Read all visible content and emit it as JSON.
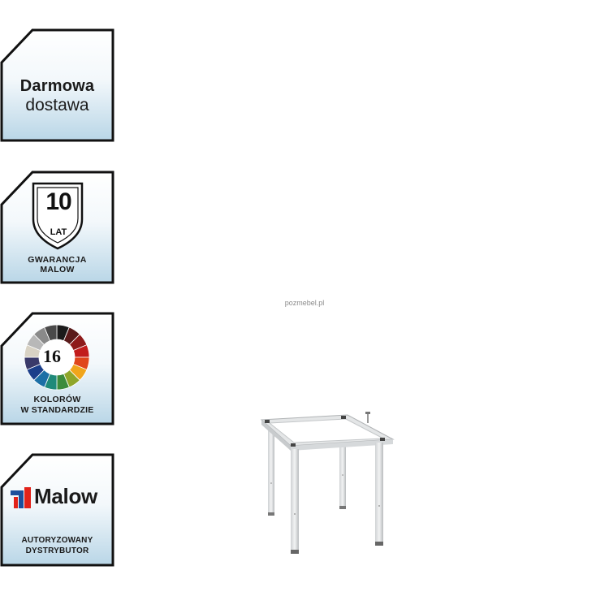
{
  "badges": {
    "delivery": {
      "line1": "Darmowa",
      "line2": "dostawa"
    },
    "warranty": {
      "number": "10",
      "unit": "LAT",
      "line1": "GWARANCJA",
      "line2": "MALOW"
    },
    "colors": {
      "number": "16",
      "line1": "KOLORÓW",
      "line2": "W STANDARDZIE"
    },
    "distributor": {
      "brand": "Malow",
      "line1": "AUTORYZOWANY",
      "line2": "DYSTRYBUTOR"
    }
  },
  "watermark": "pozmebel.pl",
  "colors": {
    "badge_gradient_top": "#ffffff",
    "badge_gradient_bottom": "#bcd8e8",
    "frame": "#111111",
    "brand_red": "#e2231a",
    "brand_blue": "#1d4f9c"
  }
}
